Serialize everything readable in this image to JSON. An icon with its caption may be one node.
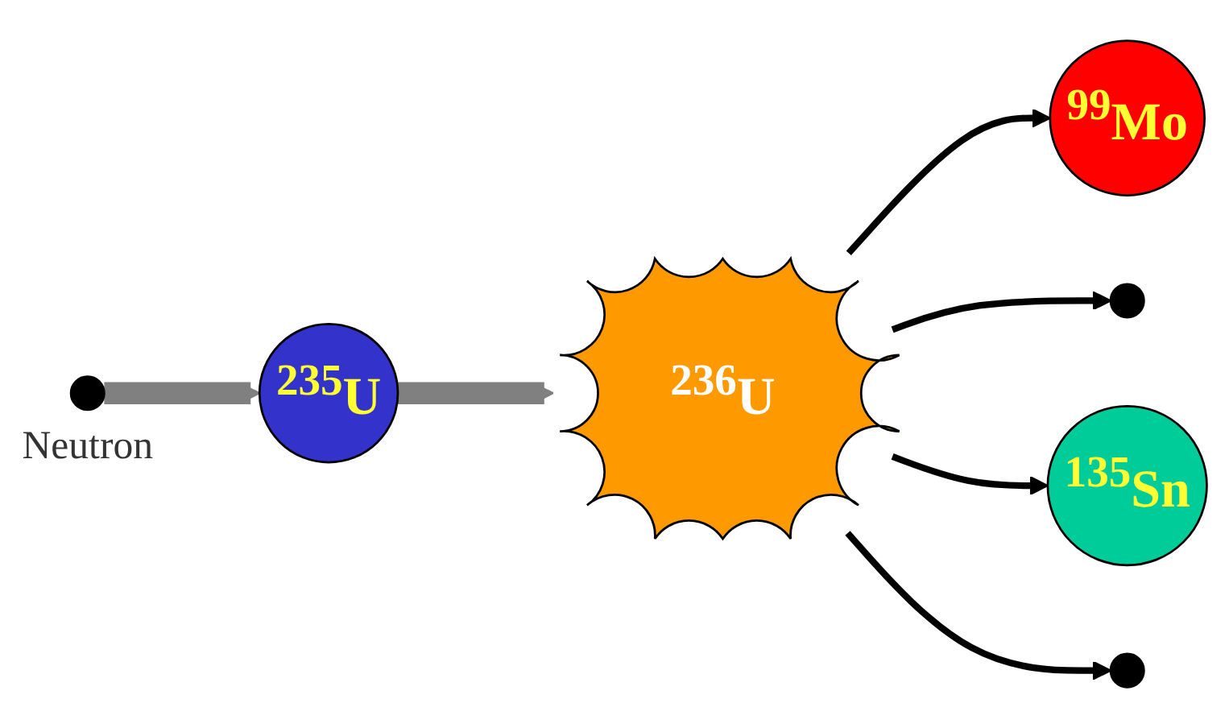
{
  "diagram": {
    "nodes": [
      {
        "text": [],
        "shape": "circle",
        "beside": [
          "Neutron"
        ]
      },
      {
        "text": [
          "$^{235}$U"
        ]
      },
      {
        "text": [
          "$^{236}$U"
        ]
      },
      {
        "text": [
          "$^{99}$Mo"
        ]
      },
      {
        "text": [],
        "shape": "circle"
      },
      {
        "text": [
          "$^{135}$Sn"
        ]
      },
      {
        "text": [],
        "shape": "circle"
      }
    ],
    "edges": [
      {
        "from": 0,
        "to": 1,
        "arrow": "to",
        "style": "thick",
        "color": "#808080"
      },
      {
        "from": 1,
        "to": 2,
        "arrow": "to",
        "style": "thick",
        "color": "#808080"
      },
      {
        "from": 2,
        "to": 3,
        "arrow": "to"
      },
      {
        "from": 2,
        "to": 4,
        "arrow": "to"
      },
      {
        "from": 2,
        "to": 5,
        "arrow": "to"
      },
      {
        "from": 2,
        "to": 6,
        "arrow": "to"
      }
    ]
  }
}
